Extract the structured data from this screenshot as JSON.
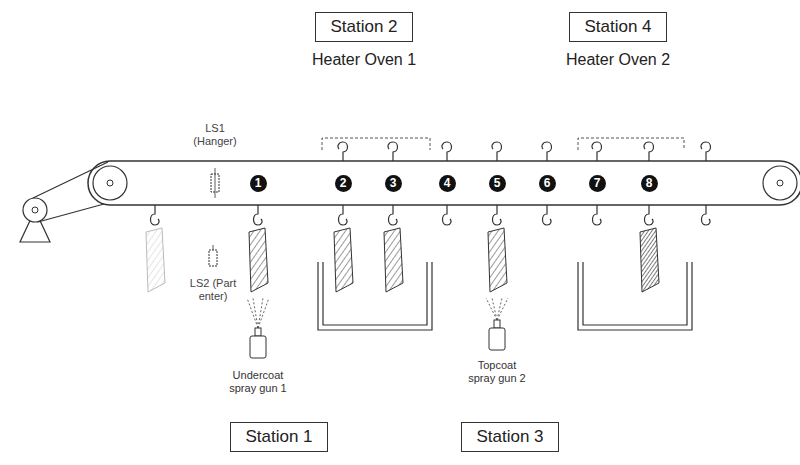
{
  "diagram": {
    "nodes": [
      {
        "text": [
          "Station 2"
        ]
      },
      {
        "text": [
          "Station 4"
        ]
      },
      {
        "text": [
          "1"
        ]
      },
      {
        "text": [
          "2"
        ]
      },
      {
        "text": [
          "3"
        ]
      },
      {
        "text": [
          "4"
        ]
      },
      {
        "text": [
          "5"
        ]
      },
      {
        "text": [
          "6"
        ]
      },
      {
        "text": [
          "7"
        ]
      },
      {
        "text": [
          "8"
        ]
      },
      {
        "text": [
          "Station 1"
        ]
      },
      {
        "text": [
          "Station 3"
        ]
      }
    ],
    "labels": [
      "Heater Oven 1",
      "Heater Oven 2",
      "LS1 (Hanger)",
      "LS2 (Part enter)",
      "Undercoat spray gun 1",
      "Topcoat spray gun 2"
    ]
  }
}
